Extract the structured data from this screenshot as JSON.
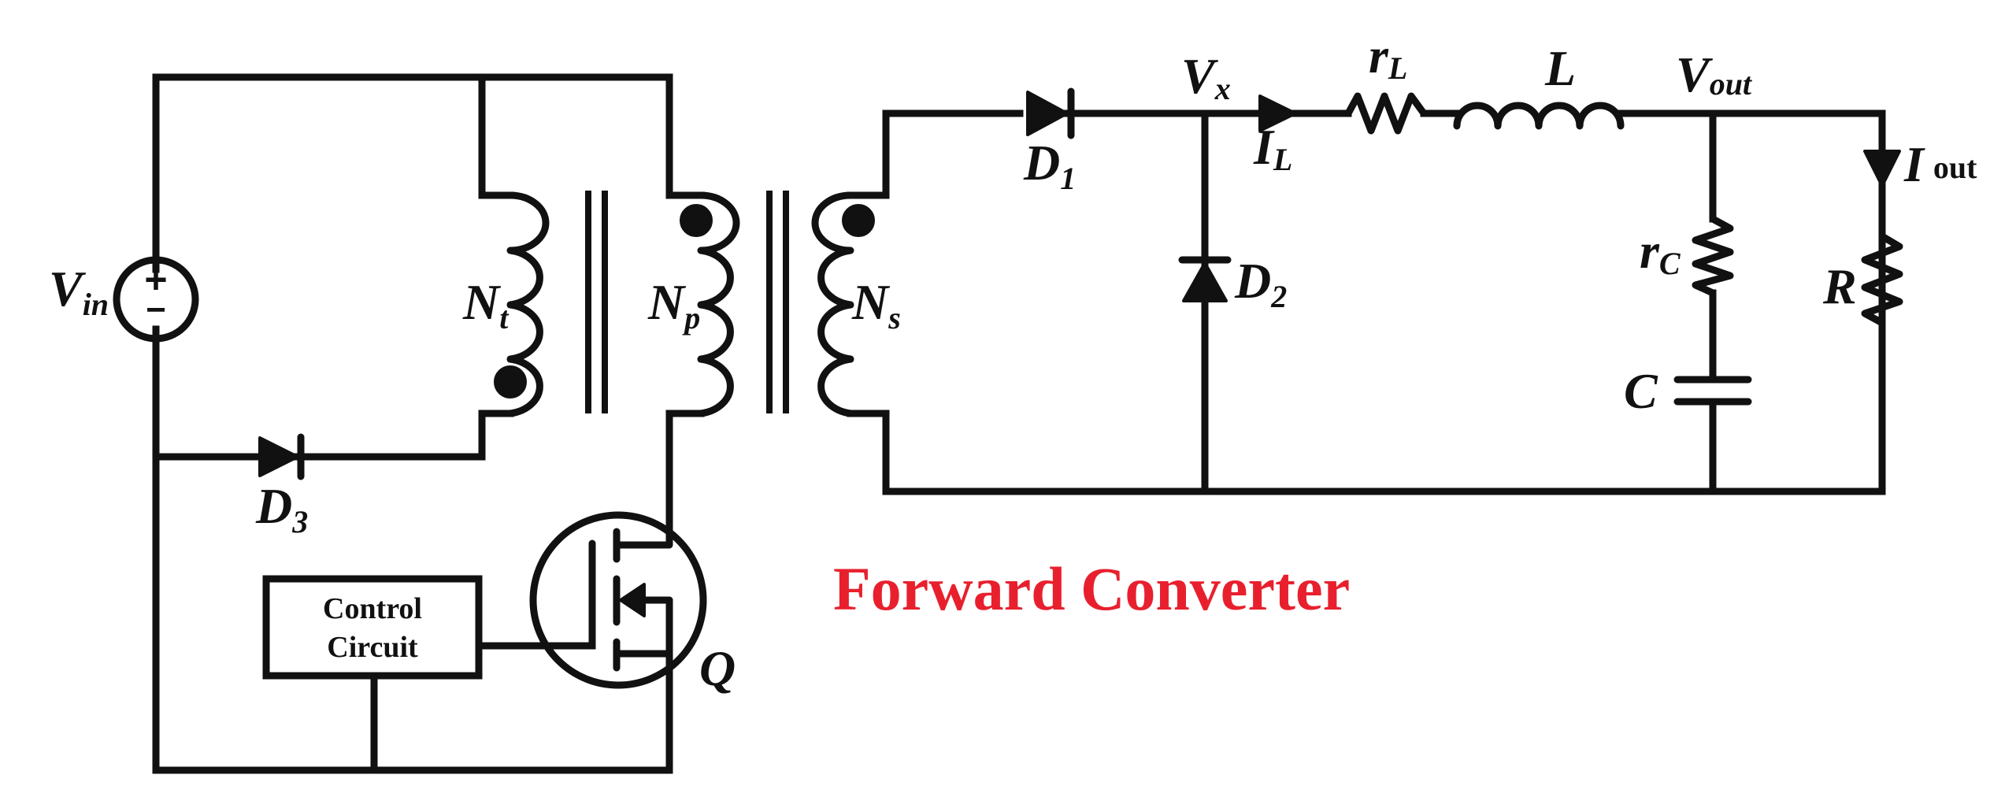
{
  "title": "Forward Converter",
  "title_color": "#e8202e",
  "labels": {
    "vin": {
      "main": "V",
      "sub": "in"
    },
    "nt": {
      "main": "N",
      "sub": "t"
    },
    "np": {
      "main": "N",
      "sub": "p"
    },
    "ns": {
      "main": "N",
      "sub": "s"
    },
    "d1": {
      "main": "D",
      "sub": "1"
    },
    "d2": {
      "main": "D",
      "sub": "2"
    },
    "d3": {
      "main": "D",
      "sub": "3"
    },
    "vx": {
      "main": "V",
      "sub": "x"
    },
    "il": {
      "main": "I",
      "sub": "L"
    },
    "rl": {
      "main": "r",
      "sub": "L"
    },
    "l": {
      "main": "L"
    },
    "vout": {
      "main": "V",
      "sub": "out"
    },
    "iout": {
      "main": "I",
      "sub": "out"
    },
    "rc": {
      "main": "r",
      "sub": "C"
    },
    "c": {
      "main": "C"
    },
    "r": {
      "main": "R"
    },
    "q": {
      "main": "Q"
    }
  },
  "control_box": {
    "line1": "Control",
    "line2": "Circuit"
  },
  "source_symbols": {
    "plus": "+",
    "minus": "−"
  }
}
